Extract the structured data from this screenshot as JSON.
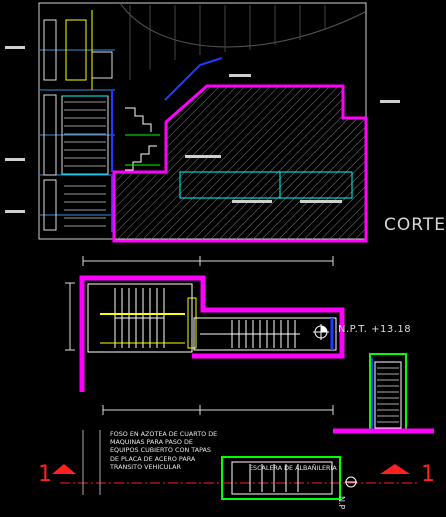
{
  "labels": {
    "section_title": "CORTE",
    "npt_level": "N.P.T. +13.18",
    "cut_left": "1",
    "cut_right": "1",
    "shaft_note": "FOSO EN AZOTEA DE CUARTO DE\nMAQUINAS PARA PASO DE\nEQUIPOS CUBIERTO CON TAPAS\nDE PLACA DE ACERO PARA\nTRANSITO VEHICULAR",
    "stair_label": "ESCALERA DE ALBAÑILERIA",
    "npt_tail": "N.P"
  },
  "colors": {
    "background": "#000000",
    "magenta": "#ff00ff",
    "cyan": "#00ffff",
    "yellow": "#ffff00",
    "green": "#00ff00",
    "blue": "#1e3cff",
    "white": "#ffffff",
    "red": "#ff2020",
    "hatch": "#7a7a7a"
  }
}
